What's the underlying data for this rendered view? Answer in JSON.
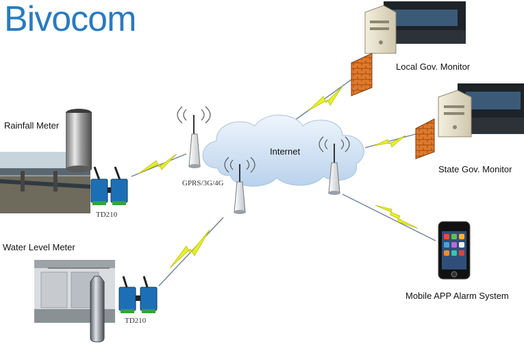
{
  "brand": {
    "logo_text": "Bivocom"
  },
  "sites": {
    "rainfall": {
      "label": "Rainfall Meter",
      "device_label": "TD210"
    },
    "water_level": {
      "label": "Water Level Meter",
      "device_label": "TD210"
    }
  },
  "network": {
    "cloud_label": "Internet",
    "tower_label": "GPRS/3G/4G"
  },
  "endpoints": {
    "local_gov": {
      "label": "Local Gov. Monitor"
    },
    "state_gov": {
      "label": "State Gov. Monitor"
    },
    "mobile": {
      "label": "Mobile APP Alarm System"
    }
  },
  "colors": {
    "brand": "#2a7bbf",
    "lightning": "#e8ef2a",
    "firewall": "#e07a2a",
    "cloud": "#cfe0f2",
    "device": "#1d6fb5"
  }
}
